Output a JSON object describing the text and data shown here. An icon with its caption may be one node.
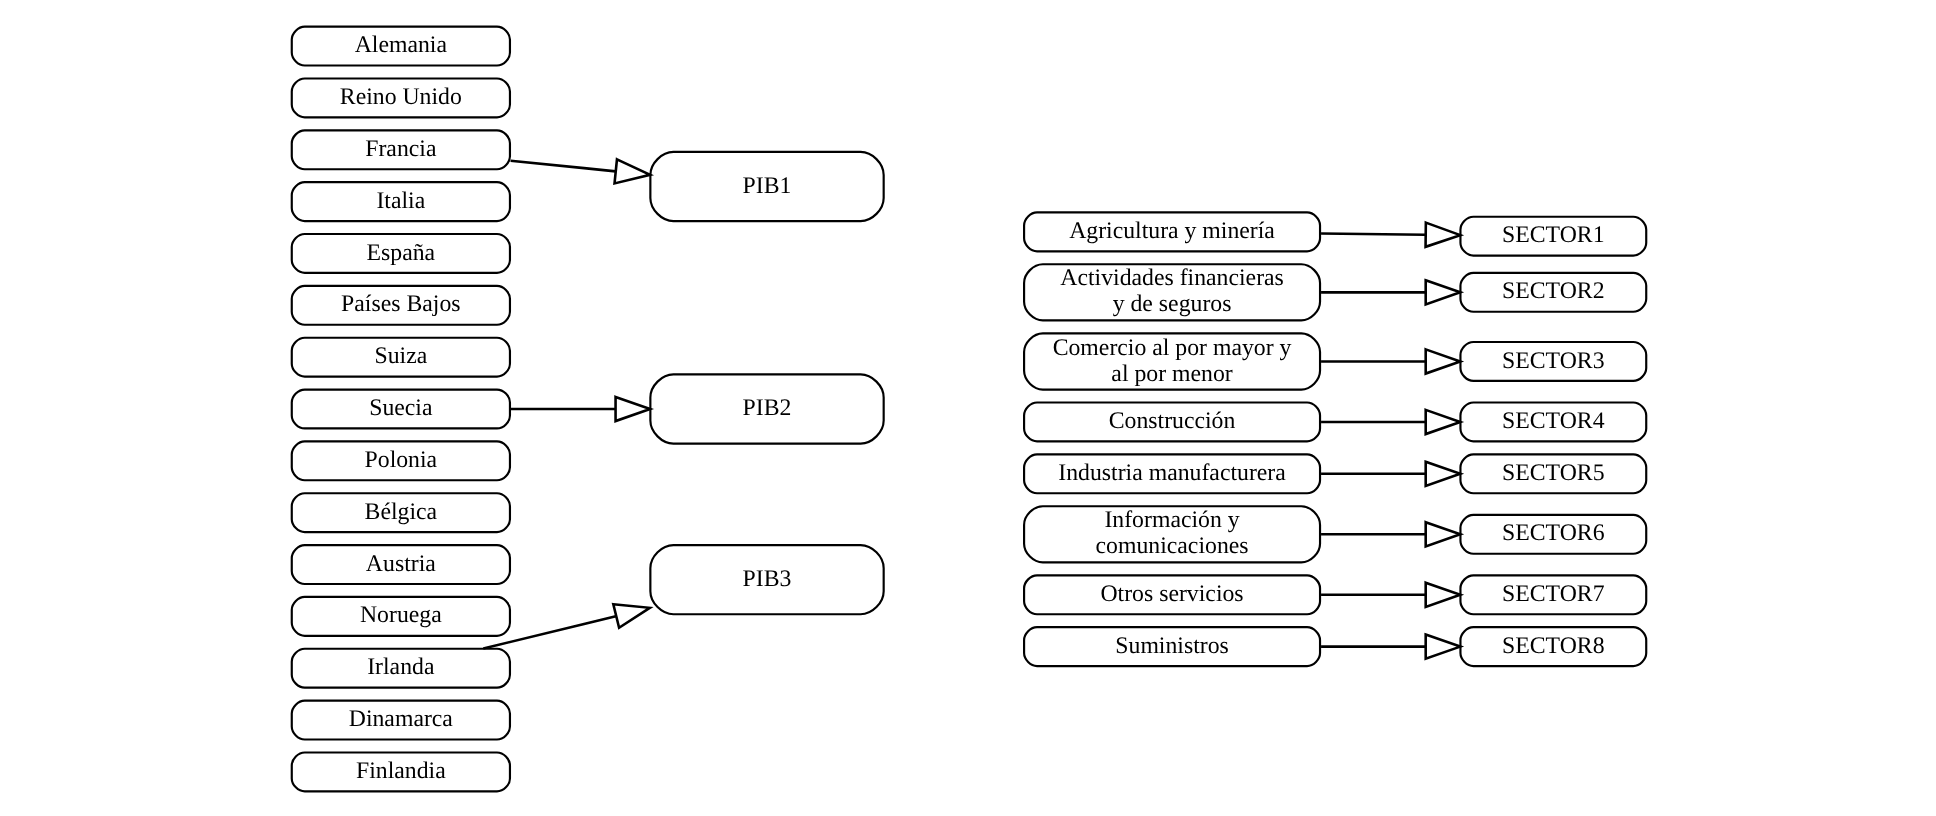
{
  "diagram": {
    "nodes": [
      {
        "text": [
          "Alemania"
        ]
      },
      {
        "text": [
          "Reino Unido"
        ]
      },
      {
        "text": [
          "Francia"
        ]
      },
      {
        "text": [
          "Italia"
        ]
      },
      {
        "text": [
          "España"
        ]
      },
      {
        "text": [
          "Países Bajos"
        ]
      },
      {
        "text": [
          "Suiza"
        ]
      },
      {
        "text": [
          "Suecia"
        ]
      },
      {
        "text": [
          "Polonia"
        ]
      },
      {
        "text": [
          "Bélgica"
        ]
      },
      {
        "text": [
          "Austria"
        ]
      },
      {
        "text": [
          "Noruega"
        ]
      },
      {
        "text": [
          "Irlanda"
        ]
      },
      {
        "text": [
          "Dinamarca"
        ]
      },
      {
        "text": [
          "Finlandia"
        ]
      },
      {
        "text": [
          "PIB1"
        ]
      },
      {
        "text": [
          "PIB2"
        ]
      },
      {
        "text": [
          "PIB3"
        ]
      },
      {
        "text": [
          "Agricultura y minería"
        ]
      },
      {
        "text": [
          "Actividades financieras y de seguros"
        ]
      },
      {
        "text": [
          "Comercio al por mayor y al por menor"
        ]
      },
      {
        "text": [
          "Construcción"
        ]
      },
      {
        "text": [
          "Industria manufacturera"
        ]
      },
      {
        "text": [
          "Información y comunicaciones"
        ]
      },
      {
        "text": [
          "Otros servicios"
        ]
      },
      {
        "text": [
          "Suministros"
        ]
      },
      {
        "text": [
          "SECTOR1"
        ]
      },
      {
        "text": [
          "SECTOR2"
        ]
      },
      {
        "text": [
          "SECTOR3"
        ]
      },
      {
        "text": [
          "SECTOR4"
        ]
      },
      {
        "text": [
          "SECTOR5"
        ]
      },
      {
        "text": [
          "SECTOR6"
        ]
      },
      {
        "text": [
          "SECTOR7"
        ]
      },
      {
        "text": [
          "SECTOR8"
        ]
      }
    ],
    "edges": [
      {
        "from": 2,
        "to": 15,
        "arrow": "to"
      },
      {
        "from": 7,
        "to": 16,
        "arrow": "to"
      },
      {
        "from": 12,
        "to": 17,
        "arrow": "to"
      },
      {
        "from": 18,
        "to": 26,
        "arrow": "to"
      },
      {
        "from": 19,
        "to": 27,
        "arrow": "to"
      },
      {
        "from": 20,
        "to": 28,
        "arrow": "to"
      },
      {
        "from": 21,
        "to": 29,
        "arrow": "to"
      },
      {
        "from": 22,
        "to": 30,
        "arrow": "to"
      },
      {
        "from": 23,
        "to": 31,
        "arrow": "to"
      },
      {
        "from": 24,
        "to": 32,
        "arrow": "to"
      },
      {
        "from": 25,
        "to": 33,
        "arrow": "to"
      }
    ]
  }
}
